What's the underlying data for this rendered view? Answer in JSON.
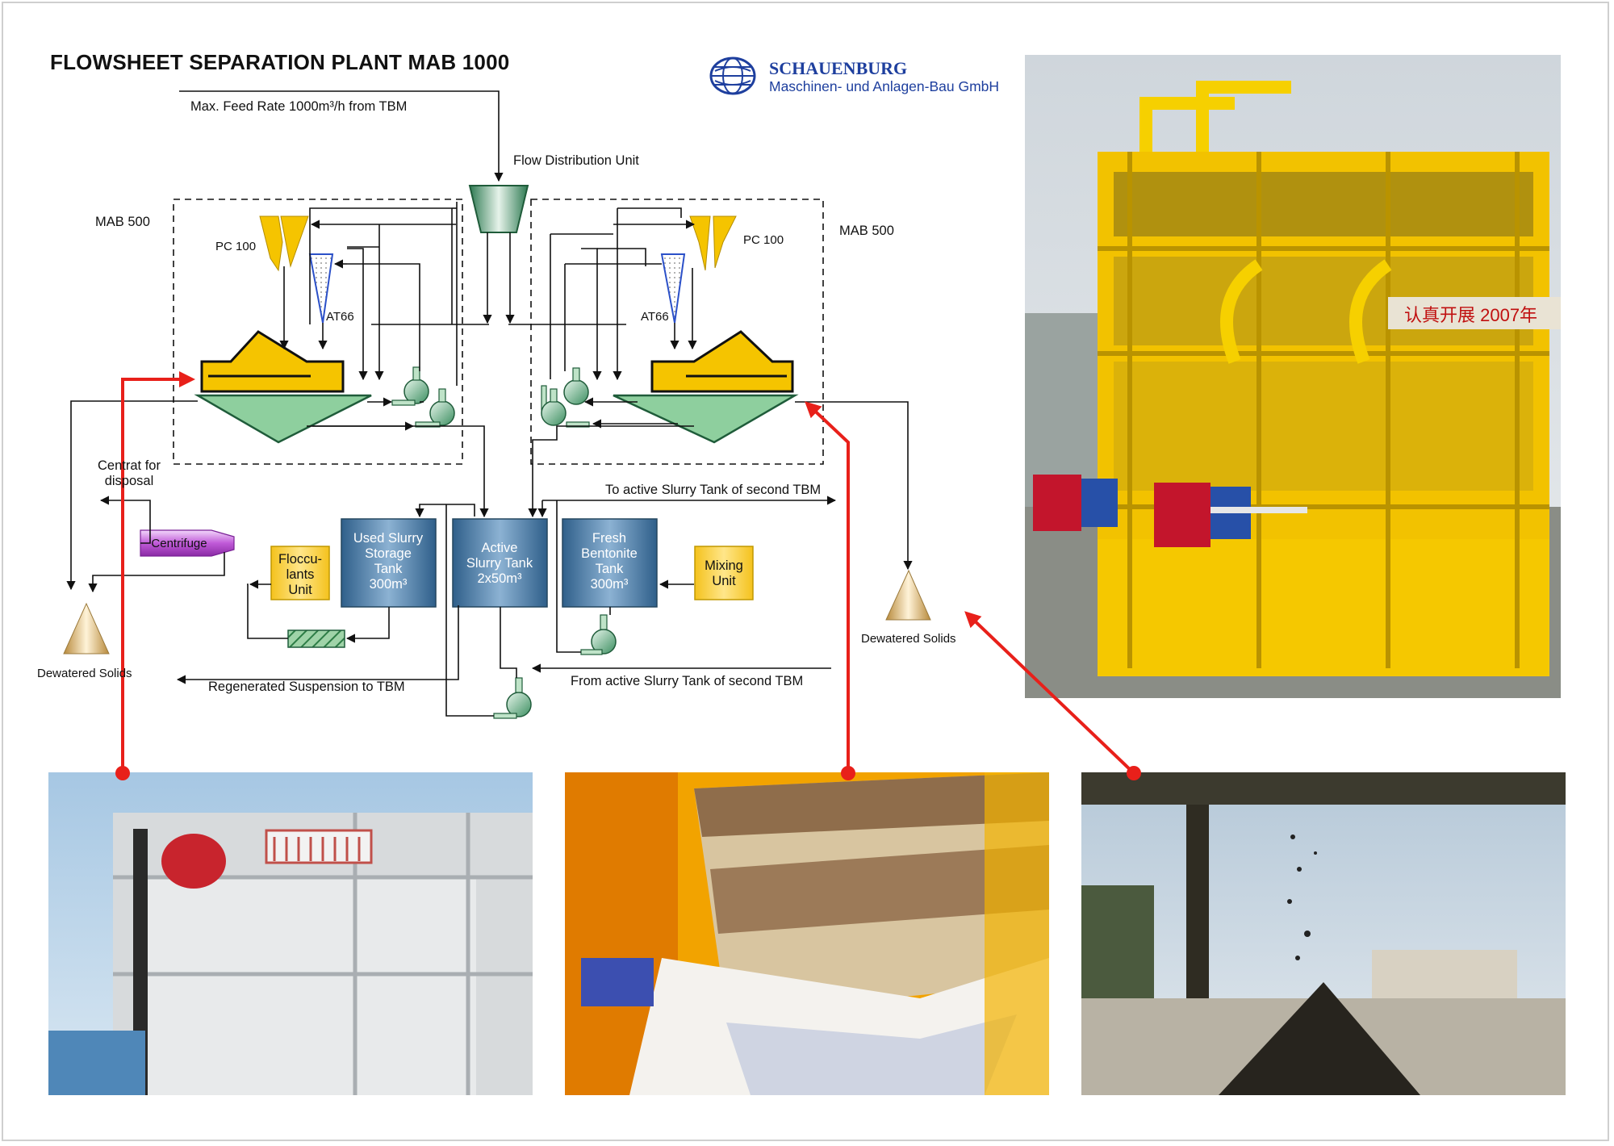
{
  "title": "FLOWSHEET SEPARATION PLANT MAB 1000",
  "logo": {
    "name": "SCHAUENBURG",
    "subtitle": "Maschinen- und Anlagen-Bau GmbH",
    "icon": "globe-icon"
  },
  "labels": {
    "feed": "Max. Feed Rate 1000m³/h from TBM",
    "flow_distribution": "Flow Distribution Unit",
    "mab_left": "MAB 500",
    "mab_right": "MAB 500",
    "pc_left": "PC 100",
    "pc_right": "PC 100",
    "at_left": "AT66",
    "at_right": "AT66",
    "centrat_line1": "Centrat for",
    "centrat_line2": "disposal",
    "centrifuge": "Centrifuge",
    "flocc_line1": "Floccu-",
    "flocc_line2": "lants",
    "flocc_line3": "Unit",
    "used_line1": "Used Slurry",
    "used_line2": "Storage",
    "used_line3": "Tank",
    "used_line4": "300m³",
    "active_line1": "Active",
    "active_line2": "Slurry Tank",
    "active_line3": "2x50m³",
    "fresh_line1": "Fresh",
    "fresh_line2": "Bentonite",
    "fresh_line3": "Tank",
    "fresh_line4": "300m³",
    "mixing_line1": "Mixing",
    "mixing_line2": "Unit",
    "to_second": "To active Slurry Tank of second TBM",
    "from_second": "From active Slurry Tank of second TBM",
    "regenerated": "Regenerated Suspension to TBM",
    "dewatered_left": "Dewatered Solids",
    "dewatered_right": "Dewatered Solids"
  },
  "photos": [
    {
      "name": "plant-photo"
    },
    {
      "name": "desander-photo"
    },
    {
      "name": "screen-photo"
    },
    {
      "name": "solids-discharge-photo"
    }
  ],
  "colors": {
    "yellow": "#f5c400",
    "green": "#8ecf9e",
    "tank_blue": "#4f7ea6",
    "callout_red": "#e8201a",
    "brand_blue": "#1e3f9e",
    "centrifuge": "#c05ad8"
  }
}
